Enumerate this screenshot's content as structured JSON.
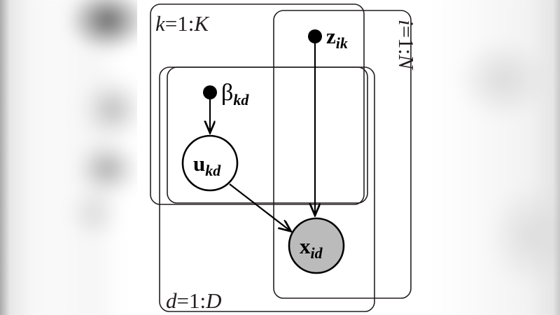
{
  "figure": {
    "kind": "probabilistic-graphical-model-plate-diagram",
    "background_color": "#f2f2f2",
    "canvas_color": "#ffffff",
    "line_color": "#231f20",
    "observed_node_fill": "#bbbbbb",
    "latent_node_fill": "#ffffff",
    "dot_node_fill": "#000000"
  },
  "plates": [
    {
      "id": "plate-k",
      "label": "k=1:K",
      "label_var": "k",
      "label_range": "=1:",
      "label_bound": "K",
      "orientation": "horizontal",
      "label_position": "top-left"
    },
    {
      "id": "plate-n",
      "label": "i=1:N",
      "label_var": "i",
      "label_range": "=1:",
      "label_bound": "N",
      "orientation": "vertical-rotated",
      "label_position": "top-right"
    },
    {
      "id": "plate-inner",
      "label": "",
      "orientation": "horizontal",
      "label_position": "none"
    },
    {
      "id": "plate-d",
      "label": "d=1:D",
      "label_var": "d",
      "label_range": "=1:",
      "label_bound": "D",
      "orientation": "horizontal",
      "label_position": "bottom-left"
    }
  ],
  "nodes": [
    {
      "id": "node-beta",
      "symbol": "β",
      "subscript": "kd",
      "label": "βkd",
      "type": "hyperparameter-dot",
      "shaded": false
    },
    {
      "id": "node-z",
      "symbol": "z",
      "subscript": "ik",
      "label": "zik",
      "type": "hyperparameter-dot",
      "shaded": false
    },
    {
      "id": "node-u",
      "symbol": "u",
      "subscript": "kd",
      "label": "ukd",
      "type": "latent-variable",
      "shaded": false
    },
    {
      "id": "node-x",
      "symbol": "x",
      "subscript": "id",
      "label": "xid",
      "type": "observed-variable",
      "shaded": true
    }
  ],
  "edges": [
    {
      "id": "edge-beta-u",
      "from": "node-beta",
      "to": "node-u"
    },
    {
      "id": "edge-z-x",
      "from": "node-z",
      "to": "node-x"
    },
    {
      "id": "edge-u-x",
      "from": "node-u",
      "to": "node-x"
    }
  ]
}
